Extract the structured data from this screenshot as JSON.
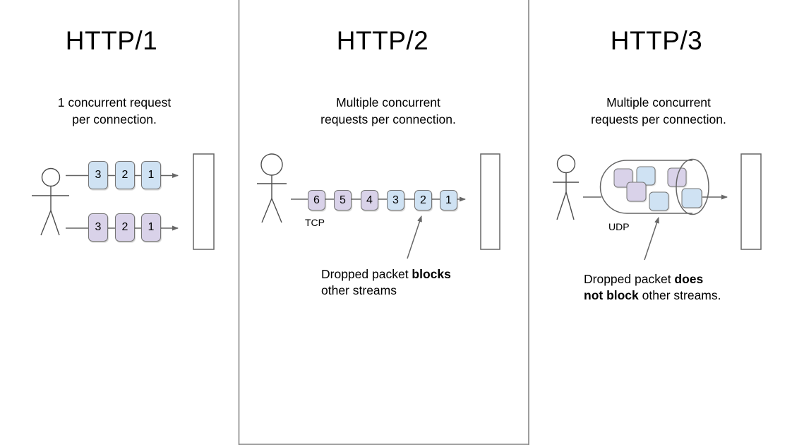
{
  "colors": {
    "packet_blue": "#cfe2f3",
    "packet_purple": "#d9d2e9",
    "line_gray": "#666666",
    "border_gray": "#757575",
    "divider_gray": "#7f7f7f"
  },
  "panels": [
    {
      "title": "HTTP/1",
      "subtitle_line1": "1 concurrent request",
      "subtitle_line2": "per connection.",
      "row1_packets": [
        "3",
        "2",
        "1"
      ],
      "row2_packets": [
        "3",
        "2",
        "1"
      ]
    },
    {
      "title": "HTTP/2",
      "subtitle_line1": "Multiple concurrent",
      "subtitle_line2": "requests per connection.",
      "packets": [
        "6",
        "5",
        "4",
        "3",
        "2",
        "1"
      ],
      "protocol_label": "TCP",
      "annotation": {
        "line1_normal": "Dropped packet ",
        "line1_bold": "blocks",
        "line2_normal": "other streams"
      }
    },
    {
      "title": "HTTP/3",
      "subtitle_line1": "Multiple concurrent",
      "subtitle_line2": "requests per connection.",
      "protocol_label": "UDP",
      "annotation": {
        "line1_normal": "Dropped packet ",
        "line1_bold": "does",
        "line2_bold": "not block",
        "line2_normal": " other streams."
      }
    }
  ]
}
